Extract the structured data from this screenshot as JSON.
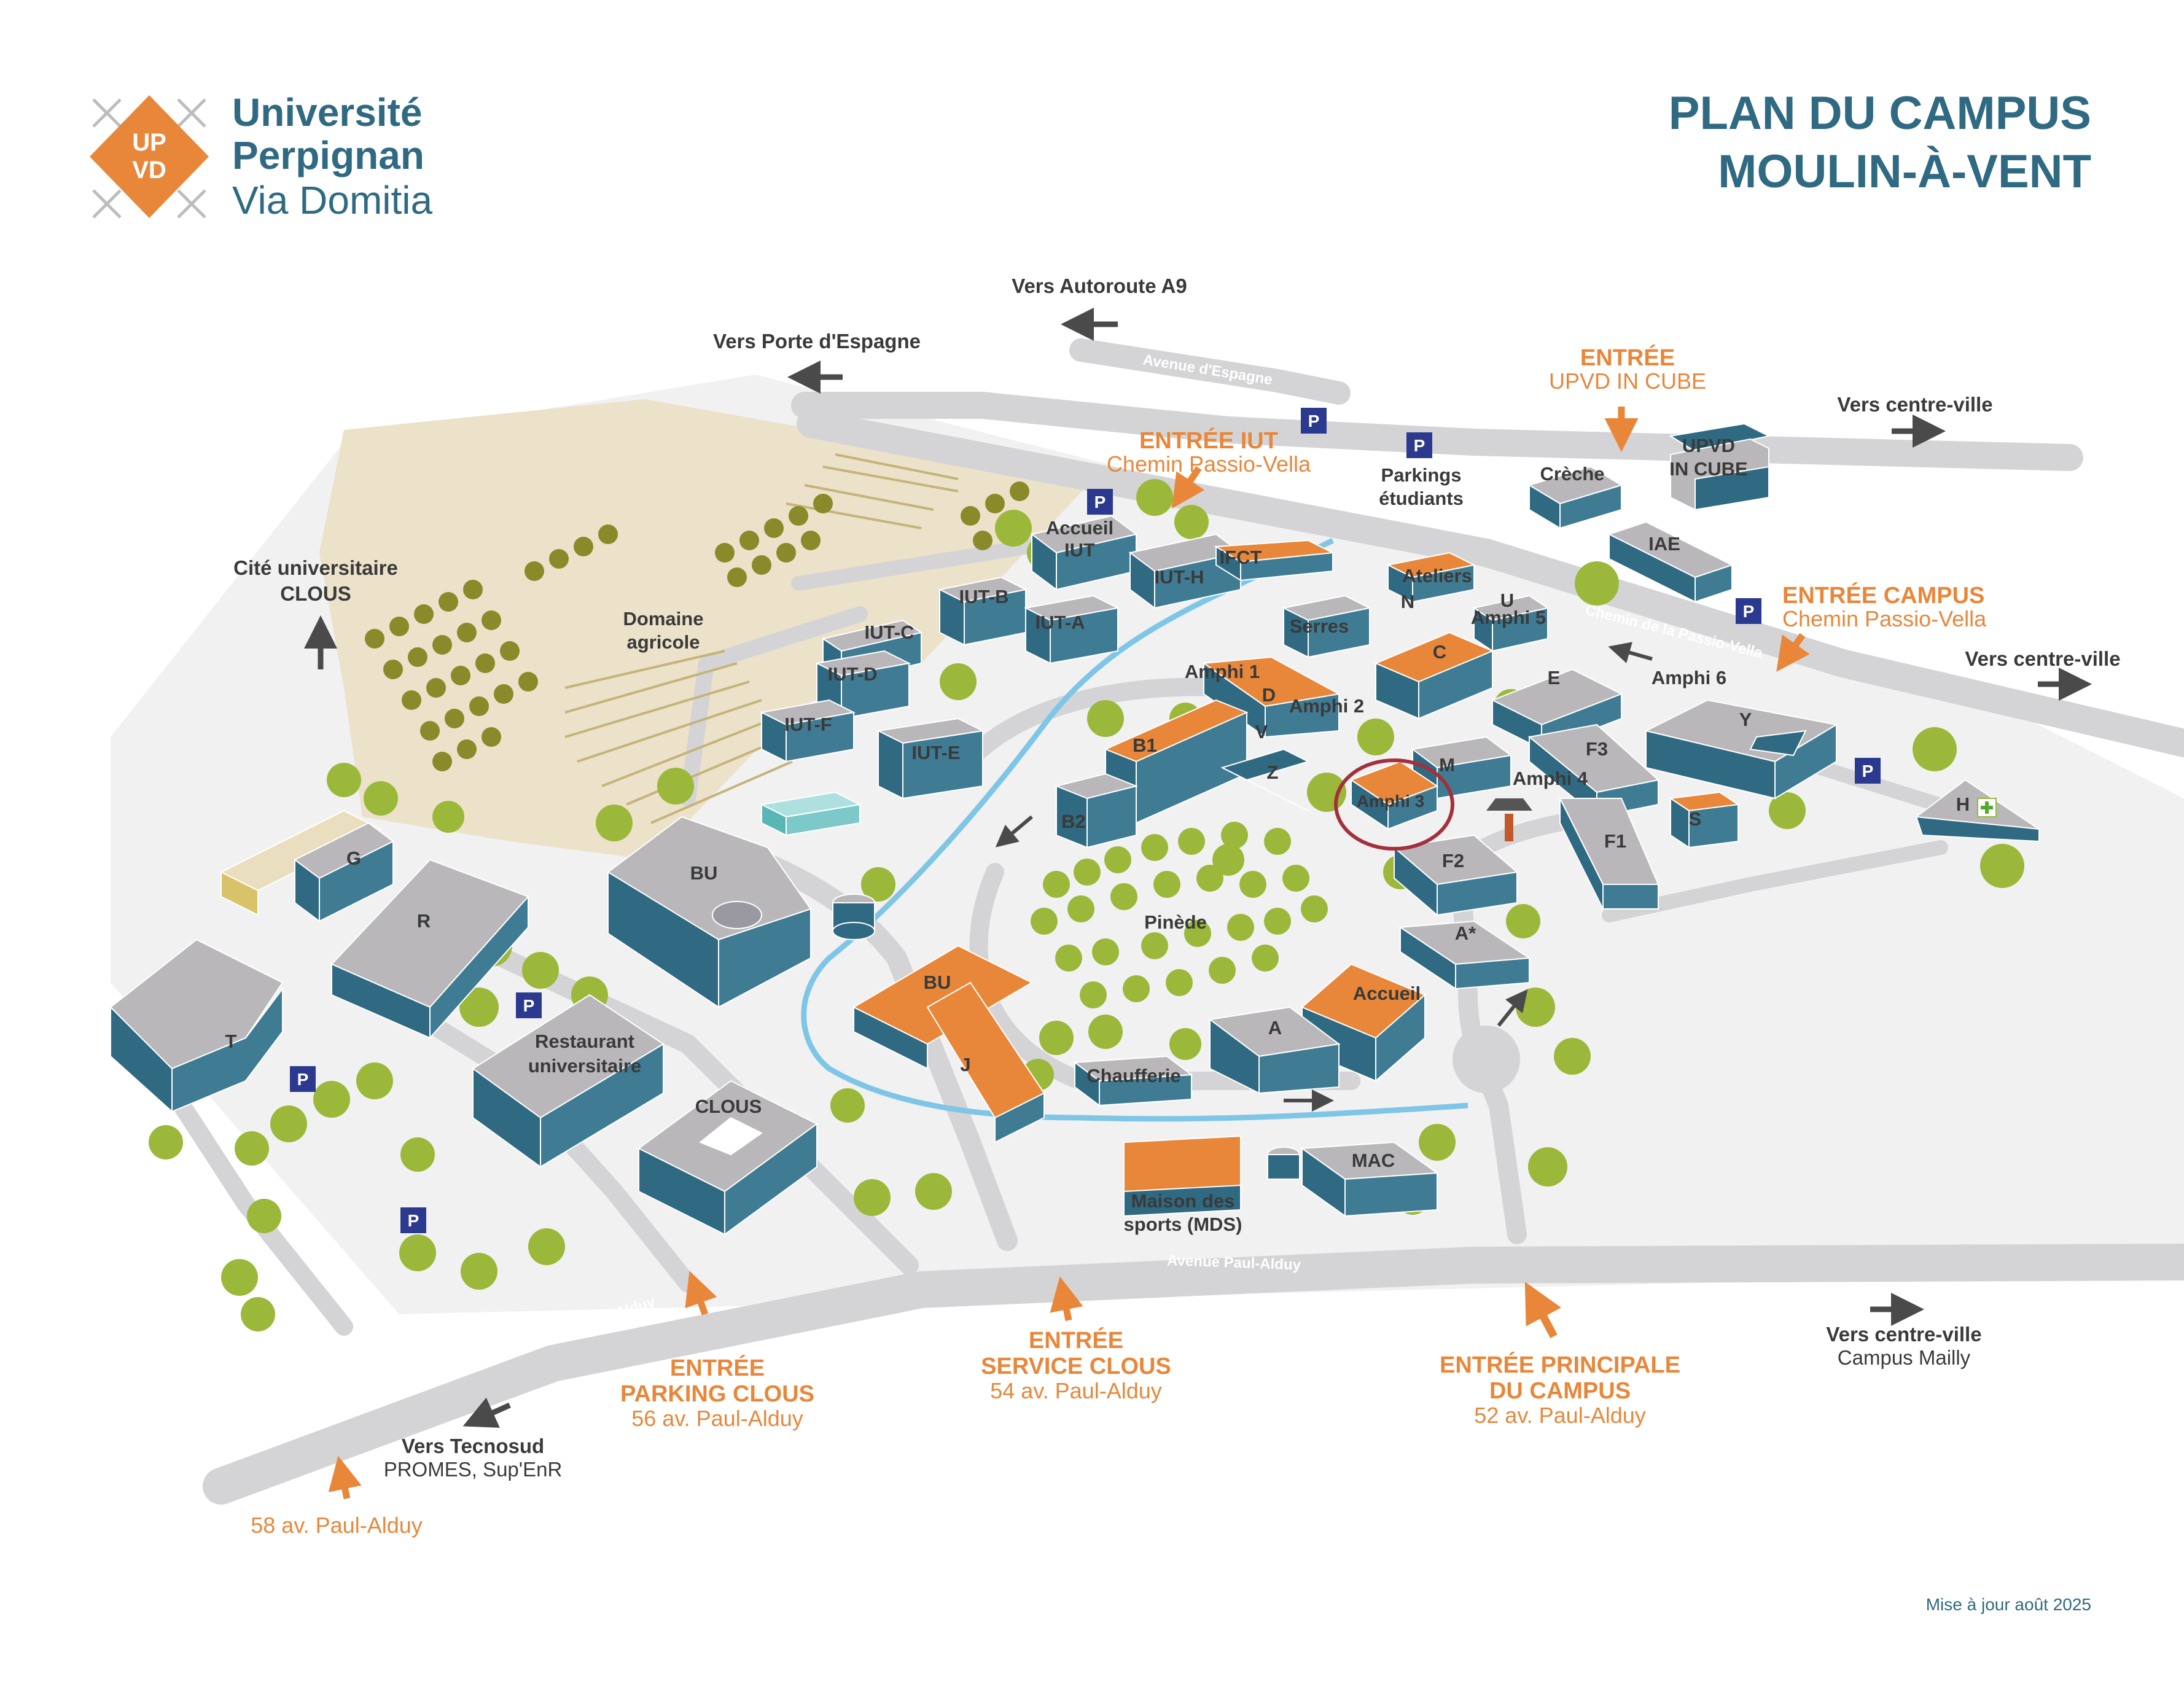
{
  "header": {
    "logo_initials": [
      "UP",
      "VD"
    ],
    "university_lines": [
      "Université",
      "Perpignan",
      "Via Domitia"
    ],
    "title_lines": [
      "PLAN DU CAMPUS",
      "MOULIN-À-VENT"
    ],
    "update_note": "Mise à jour août 2025"
  },
  "colors": {
    "brand_orange": "#e8873a",
    "brand_teal": "#2f6a82",
    "road_gray": "#d4d4d6",
    "building_roof": "#b9b7ba",
    "building_wall": "#2f6a82",
    "tree_green": "#9bb83a",
    "water_blue": "#7fc6e6",
    "parking_blue": "#2b3a8f"
  },
  "roads": {
    "avenue_espagne": "Avenue d'Espagne",
    "chemin_passio": "Chemin de la Passio-Vella",
    "paul_alduy_1": "Avenue Paul-Alduy",
    "paul_alduy_2": "Avenue Paul-Alduy"
  },
  "directions": {
    "autoroute": "Vers Autoroute A9",
    "porte_espagne": "Vers Porte d'Espagne",
    "centre_ville_1": "Vers centre-ville",
    "centre_ville_2": "Vers centre-ville",
    "cite_u_1": "Cité universitaire",
    "cite_u_2": "CLOUS",
    "centre_ville_3": "Vers centre-ville",
    "centre_ville_3_sub": "Campus Mailly",
    "tecnosud": "Vers Tecnosud",
    "tecnosud_sub": "PROMES, Sup'EnR"
  },
  "entrances": {
    "upvd_in_cube": {
      "title": "ENTRÉE",
      "sub": "UPVD IN CUBE"
    },
    "iut": {
      "title": "ENTRÉE IUT",
      "sub": "Chemin Passio-Vella"
    },
    "campus": {
      "title": "ENTRÉE CAMPUS",
      "sub": "Chemin Passio-Vella"
    },
    "parking_clous": {
      "title_1": "ENTRÉE",
      "title_2": "PARKING CLOUS",
      "sub": "56 av. Paul-Alduy"
    },
    "service_clous": {
      "title_1": "ENTRÉE",
      "title_2": "SERVICE CLOUS",
      "sub": "54 av. Paul-Alduy"
    },
    "principale": {
      "title_1": "ENTRÉE PRINCIPALE",
      "title_2": "DU CAMPUS",
      "sub": "52 av. Paul-Alduy"
    },
    "alduy_58": {
      "sub": "58 av. Paul-Alduy"
    }
  },
  "labels": {
    "domaine_1": "Domaine",
    "domaine_2": "agricole",
    "accueil_iut_1": "Accueil",
    "accueil_iut_2": "IUT",
    "parkings_1": "Parkings",
    "parkings_2": "étudiants",
    "creche": "Crèche",
    "in_cube_1": "UPVD",
    "in_cube_2": "IN CUBE",
    "iae": "IAE",
    "ifct": "IFCT",
    "ateliers": "Ateliers",
    "n": "N",
    "u": "U",
    "amphi5": "Amphi 5",
    "serres": "Serres",
    "c": "C",
    "e": "E",
    "amphi6": "Amphi 6",
    "y": "Y",
    "f3": "F3",
    "amphi4": "Amphi 4",
    "m": "M",
    "amphi3": "Amphi 3",
    "amphi1": "Amphi 1",
    "d": "D",
    "amphi2": "Amphi 2",
    "v": "V",
    "b1": "B1",
    "z": "Z",
    "b2": "B2",
    "s": "S",
    "h": "H",
    "f1": "F1",
    "f2": "F2",
    "a_star": "A*",
    "pinede": "Pinède",
    "accueil": "Accueil",
    "a": "A",
    "iut_h": "IUT-H",
    "iut_b": "IUT-B",
    "iut_a": "IUT-A",
    "iut_c": "IUT-C",
    "iut_d": "IUT-D",
    "iut_f": "IUT-F",
    "iut_e": "IUT-E",
    "g": "G",
    "bu_left": "BU",
    "r": "R",
    "t": "T",
    "resto_1": "Restaurant",
    "resto_2": "universitaire",
    "clous": "CLOUS",
    "bu_right": "BU",
    "j": "J",
    "chaufferie": "Chaufferie",
    "mds_1": "Maison des",
    "mds_2": "sports (MDS)",
    "mac": "MAC",
    "parking": "P"
  }
}
